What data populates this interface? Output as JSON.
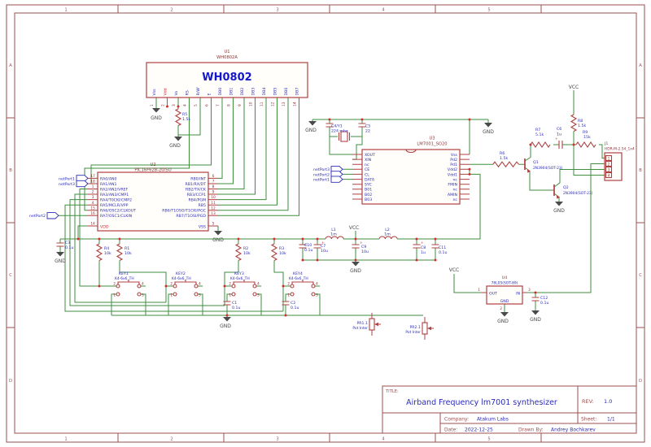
{
  "frame": {
    "cols": [
      "1",
      "2",
      "3",
      "4",
      "5"
    ],
    "rows": [
      "A",
      "B",
      "C",
      "D"
    ]
  },
  "power": {
    "vcc": "VCC",
    "gnd": "GND"
  },
  "net": {
    "p1": "netPort1",
    "p2": "netPort2",
    "p3": "netPort3"
  },
  "u1": {
    "ref": "U1",
    "part": "WH0802A",
    "display": "WH0802",
    "pins": [
      {
        "n": "1",
        "name": "Vss"
      },
      {
        "n": "2",
        "name": "Vdd"
      },
      {
        "n": "3",
        "name": "Vo"
      },
      {
        "n": "4",
        "name": "RS"
      },
      {
        "n": "5",
        "name": "R/W'"
      },
      {
        "n": "6",
        "name": "E"
      },
      {
        "n": "7",
        "name": "DB0"
      },
      {
        "n": "8",
        "name": "DB1"
      },
      {
        "n": "9",
        "name": "DB2"
      },
      {
        "n": "10",
        "name": "DB3"
      },
      {
        "n": "11",
        "name": "DB4"
      },
      {
        "n": "12",
        "name": "DB5"
      },
      {
        "n": "13",
        "name": "DB6"
      },
      {
        "n": "14",
        "name": "DB7"
      }
    ]
  },
  "u2": {
    "ref": "U2",
    "part": "PIC16F628-20/SO",
    "left": [
      {
        "n": "17",
        "name": "RA0/AN0"
      },
      {
        "n": "18",
        "name": "RA1/AN1"
      },
      {
        "n": "1",
        "name": "RA2/AN2/VREF"
      },
      {
        "n": "2",
        "name": "RA3/AN3/CMP1"
      },
      {
        "n": "3",
        "name": "RA4/T0CKI/CMP2"
      },
      {
        "n": "4",
        "name": "RA5/MCLR/VPP"
      },
      {
        "n": "15",
        "name": "RA6/OSC2/CLKOUT"
      },
      {
        "n": "16",
        "name": "RA7/OSC1/CLKIN"
      }
    ],
    "right": [
      {
        "n": "6",
        "name": "RB0/INT"
      },
      {
        "n": "7",
        "name": "RB1/RX/DT"
      },
      {
        "n": "8",
        "name": "RB2/TX/CK"
      },
      {
        "n": "9",
        "name": "RB3/CCP1"
      },
      {
        "n": "10",
        "name": "RB4/PGM"
      },
      {
        "n": "11",
        "name": "RB5"
      },
      {
        "n": "12",
        "name": "RB6/T1OSO/T1CKI/PGC"
      },
      {
        "n": "13",
        "name": "RB7/T1OSI/PGD"
      }
    ],
    "vdd": "VDD",
    "vdd_n": "14",
    "vss": "VSS",
    "vss_n": "5"
  },
  "u3": {
    "ref": "U3",
    "part": "LM7001_SO20",
    "left": [
      "XOUT",
      "XIN",
      "nc",
      "CE",
      "CL",
      "DATA",
      "SYC",
      "B01",
      "B02",
      "B03"
    ],
    "right": [
      "Vss",
      "Pd2",
      "Pd1",
      "Vdd2",
      "Vdd1",
      "nc",
      "FMIN",
      "nc",
      "AMIN",
      "nc"
    ]
  },
  "u4": {
    "ref": "U4",
    "part": "78L05(SOT-89)",
    "out": "OUT",
    "in": "IN",
    "gnd": "GND",
    "n1": "1",
    "n2": "2",
    "n3": "3"
  },
  "r": {
    "r1": {
      "ref": "R1",
      "val": "10k"
    },
    "r2": {
      "ref": "R2",
      "val": "10k"
    },
    "r3": {
      "ref": "R3",
      "val": "10k"
    },
    "r4": {
      "ref": "R4",
      "val": "10k"
    },
    "r5": {
      "ref": "R5",
      "val": "1.5k"
    },
    "r6": {
      "ref": "R6",
      "val": "1.5k"
    },
    "r7": {
      "ref": "R7",
      "val": "5.1k"
    },
    "r8": {
      "ref": "R8",
      "val": "1.5k"
    },
    "r9": {
      "ref": "R9",
      "val": "15k"
    }
  },
  "c": {
    "c1": {
      "ref": "C1",
      "val": "0.1u"
    },
    "c2": {
      "ref": "C2",
      "val": "0.1u"
    },
    "c3": {
      "ref": "C3",
      "val": "0.1u"
    },
    "c5": {
      "ref": "C5",
      "val": "22"
    },
    "c6": {
      "ref": "C6",
      "val": "1u"
    },
    "c7": {
      "ref": "C7",
      "val": "10u"
    },
    "c8": {
      "ref": "C8",
      "val": "1u"
    },
    "c9": {
      "ref": "C9",
      "val": "10u"
    },
    "c10": {
      "ref": "C10",
      "val": "0.1u"
    },
    "c11": {
      "ref": "C11",
      "val": "0.1u"
    },
    "c12": {
      "ref": "C12",
      "val": "0.1u"
    }
  },
  "l": {
    "l1": {
      "ref": "L1",
      "val": "1m"
    },
    "l2": {
      "ref": "L2",
      "val": "1m"
    }
  },
  "xtal": {
    "ref": "C4/Y1",
    "val": "224 mhz"
  },
  "keys": {
    "pn": [
      "2",
      "1",
      "4",
      "3"
    ],
    "k1": {
      "ref": "KEY1",
      "part": "K4-6x6_TH"
    },
    "k2": {
      "ref": "KEY2",
      "part": "K4-6x6_TH"
    },
    "k3": {
      "ref": "KEY3",
      "part": "K4-6x6_TH"
    },
    "k4": {
      "ref": "KEY4",
      "part": "K4-6x6_TH"
    }
  },
  "q": {
    "q1": {
      "ref": "Q1",
      "part": "2N3904(SOT-23)"
    },
    "q2": {
      "ref": "Q2",
      "part": "2N3904(SOT-23)"
    }
  },
  "j1": {
    "ref": "J1",
    "part": "HDR-M-2.54_1x4",
    "p": [
      "1",
      "2",
      "3",
      "4"
    ]
  },
  "pr": {
    "pr1": {
      "ref": "PR1.1",
      "part": "Pot Inter"
    },
    "pr2": {
      "ref": "PR2.1",
      "part": "Pot Inter"
    }
  },
  "tb": {
    "title_label": "TITLE:",
    "title": "Airband Frequency lm7001 synthesizer",
    "rev_label": "REV:",
    "rev": "1.0",
    "company_label": "Company:",
    "company": "Atakum Labs",
    "sheet_label": "Sheet:",
    "sheet": "1/1",
    "date_label": "Date:",
    "date": "2022-12-25",
    "drawn_label": "Drawn By:",
    "drawn": "Andrey Bochkarev"
  }
}
